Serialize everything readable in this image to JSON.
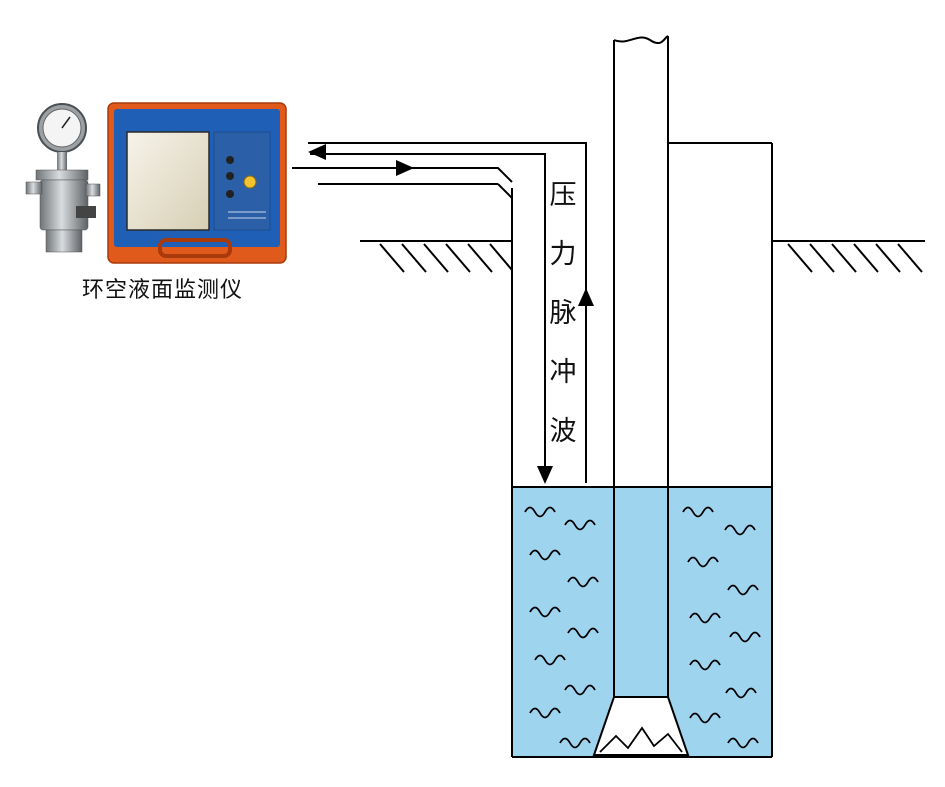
{
  "device_caption": "环空液面监测仪",
  "wave_label_chars": [
    "压",
    "力",
    "脉",
    "冲",
    "波"
  ],
  "colors": {
    "fluid": "#9fd4ef",
    "line": "#000000",
    "case_orange": "#e05a1c",
    "panel_blue": "#1f5fb5"
  },
  "icons": [
    "pressure-gauge-icon",
    "monitor-case-icon"
  ]
}
